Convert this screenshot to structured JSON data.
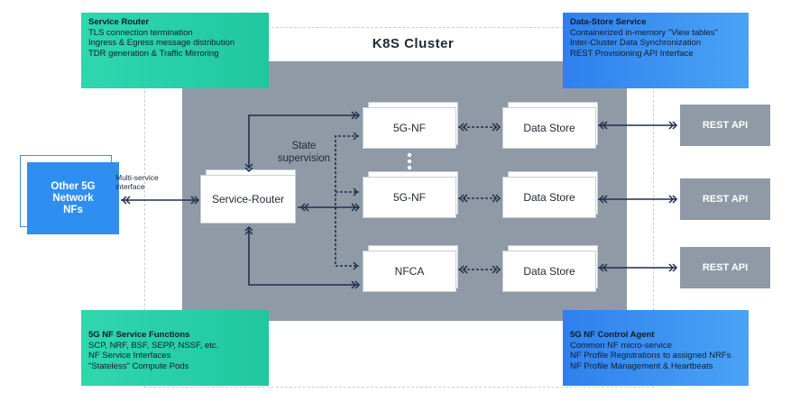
{
  "cluster_title": "K8S Cluster",
  "callouts": {
    "service_router": {
      "title": "Service Router",
      "lines": [
        "TLS connection termination",
        "Ingress & Egress message distribution",
        "TDR generation & Traffic Mirroring"
      ]
    },
    "data_store_service": {
      "title": "Data-Store Service",
      "lines": [
        "Containerized in-memory \"View tables\"",
        "Inter-Cluster Data Synchronization",
        "REST Provisioning API Interface"
      ]
    },
    "nf_service_functions": {
      "title": "5G NF Service Functions",
      "lines": [
        "SCP, NRF, BSF, SEPP, NSSF, etc.",
        "NF Service Interfaces",
        "\"Stateless\" Compute Pods"
      ]
    },
    "nf_control_agent": {
      "title": "5G NF Control Agent",
      "lines": [
        "Common NF micro-service",
        "NF Profile Registrations to assigned NRFs",
        "NF Profile Management & Heartbeats"
      ]
    }
  },
  "nodes": {
    "other_nfs": "Other 5G Network NFs",
    "multi_service": "Multi-service interface",
    "service_router": "Service-Router",
    "state_supervision": "State supervision",
    "nf_top": "5G-NF",
    "nf_mid": "5G-NF",
    "nfca": "NFCA",
    "ds_top": "Data Store",
    "ds_mid": "Data Store",
    "ds_bot": "Data Store",
    "rest_top": "REST API",
    "rest_mid": "REST API",
    "rest_bot": "REST API"
  },
  "colors": {
    "cluster": "#8f9aa6",
    "green_callout": "#2fd6ae",
    "blue_callout": "#2f80ed",
    "line": "#1f2f4a"
  }
}
